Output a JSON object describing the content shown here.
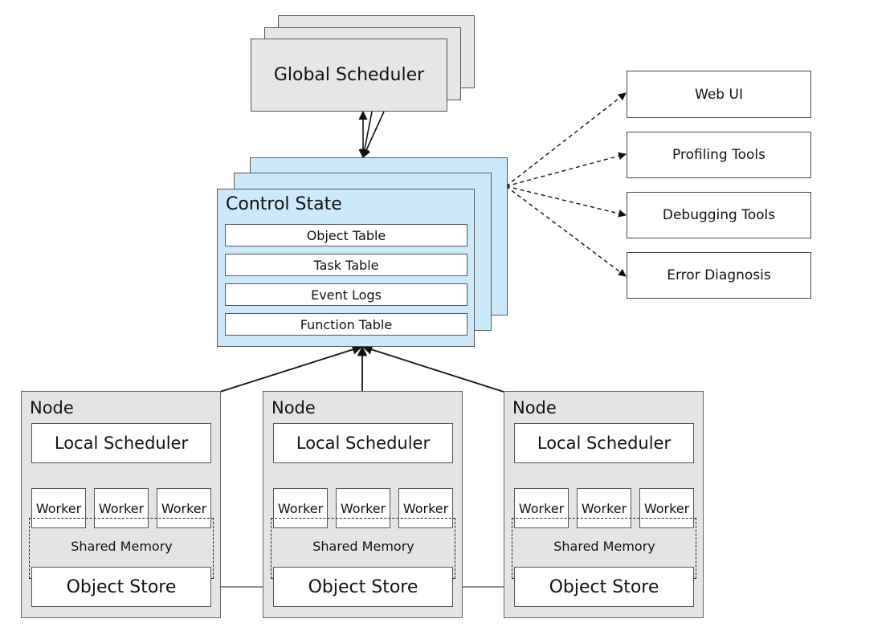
{
  "global_scheduler": {
    "label": "Global Scheduler"
  },
  "control_state": {
    "title": "Control State",
    "tables": [
      "Object Table",
      "Task Table",
      "Event Logs",
      "Function Table"
    ]
  },
  "tools": [
    "Web UI",
    "Profiling Tools",
    "Debugging Tools",
    "Error Diagnosis"
  ],
  "nodes": [
    {
      "title": "Node",
      "local_scheduler": "Local Scheduler",
      "workers": [
        "Worker",
        "Worker",
        "Worker"
      ],
      "shared_memory": "Shared Memory",
      "object_store": "Object Store"
    },
    {
      "title": "Node",
      "local_scheduler": "Local Scheduler",
      "workers": [
        "Worker",
        "Worker",
        "Worker"
      ],
      "shared_memory": "Shared Memory",
      "object_store": "Object Store"
    },
    {
      "title": "Node",
      "local_scheduler": "Local Scheduler",
      "workers": [
        "Worker",
        "Worker",
        "Worker"
      ],
      "shared_memory": "Shared Memory",
      "object_store": "Object Store"
    }
  ],
  "colors": {
    "control_state_fill": "#cce9fb",
    "scheduler_fill": "#e6e6e6",
    "node_fill": "#e4e4e4"
  }
}
